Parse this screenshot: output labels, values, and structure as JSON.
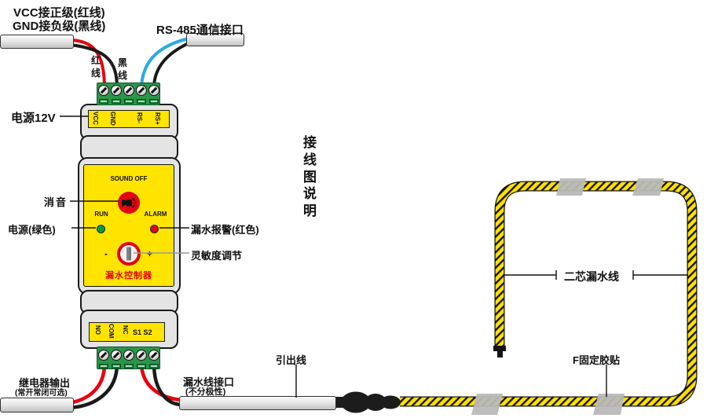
{
  "page": {
    "vertical_title": "接线图说明"
  },
  "annotations": {
    "vcc_gnd_line1": "VCC接正级(红线)",
    "vcc_gnd_line2": "GND接负级(黑线)",
    "rs485": "RS-485通信接口",
    "red_wire_label": "红线",
    "black_wire_label": "黑线",
    "power_12v": "电源12V",
    "mute": "消音",
    "power_green": "电源(绿色)",
    "leak_alarm_red": "漏水报警(红色)",
    "sensitivity": "灵敏度调节",
    "relay_output": "继电器输出",
    "relay_output_note": "(常开常闭可选)",
    "leak_wire_port": "漏水线接口",
    "leak_wire_port_note": "(不分极性)",
    "lead_out_wire": "引出线",
    "two_core_leak_wire": "二芯漏水线",
    "fixing_pad": "F固定胶贴"
  },
  "device": {
    "top_terminal_labels": [
      "VCC",
      "GND",
      "RS-",
      "RS+"
    ],
    "bottom_terminal_labels": [
      "NO",
      "COM",
      "NC"
    ],
    "bottom_terminal_s": "S1 S2",
    "panel": {
      "sound_off": "SOUND OFF",
      "run": "RUN",
      "alarm": "ALARM",
      "minus": "-",
      "plus": "+",
      "device_name": "漏水控制器"
    }
  },
  "colors": {
    "panel_yellow": "#ffe400",
    "terminal_green": "#2a9648",
    "wire_red": "#e8000d",
    "wire_black": "#1a1a1a",
    "wire_blue": "#2aaae2",
    "led_green": "#00a03c",
    "led_red": "#e30613",
    "rope_yellow": "#ffdf00",
    "body_gray": "#e4e4e4"
  }
}
